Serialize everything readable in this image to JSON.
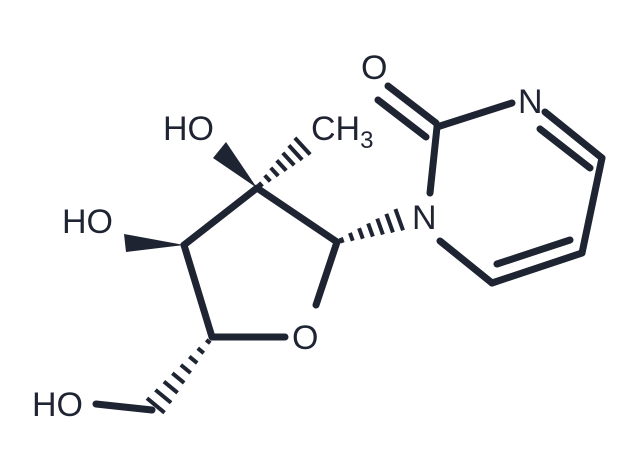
{
  "atoms": {
    "carbonyl_oxygen": "O",
    "ring_nitrogen_3": "N",
    "ring_nitrogen_1": "N",
    "ring_oxygen": "O",
    "hydroxyl_top": "HO",
    "hydroxyl_left": "HO",
    "hydroxyl_bottom": "HO",
    "methyl_c": "CH",
    "methyl_sub": "3"
  },
  "colors": {
    "ink": "#1f2433",
    "background": "#ffffff"
  }
}
